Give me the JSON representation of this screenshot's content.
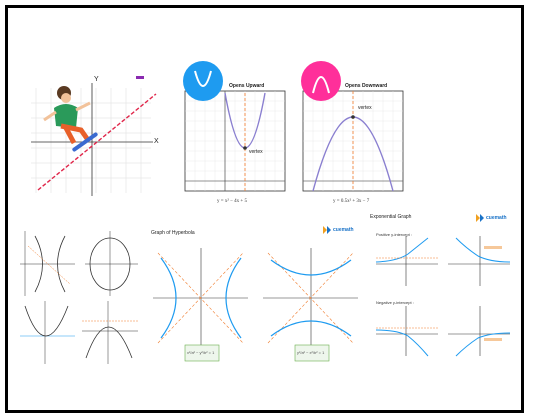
{
  "parabola_panel": {
    "upward_label": "Opens Upward",
    "downward_label": "Opens Downward",
    "vertex_label_left": "vertex",
    "vertex_label_right": "vertex",
    "eq_left": "y = x² − 4x + 5",
    "eq_right": "y = 0.5x² + 3x − 7"
  },
  "hyperbola_panel": {
    "title": "Graph of Hyperbola",
    "logo": "cuemath",
    "eq_left": "x²/a² − y²/b² = 1",
    "eq_right": "y²/a² − x²/b² = 1"
  },
  "exponential_panel": {
    "title": "Exponential Graph",
    "logo": "cuemath",
    "positive_label": "Positive y-intercept :",
    "negative_label": "Negative y-intercept :"
  },
  "line_panel": {
    "axis_x": "X",
    "axis_y": "Y"
  },
  "colors": {
    "blue_circle": "#1e9bf0",
    "pink_circle": "#ff2f9a",
    "curve_purple": "#8a7fd0",
    "asymptote_orange": "#f07a2a",
    "line_red": "#e0264a"
  }
}
